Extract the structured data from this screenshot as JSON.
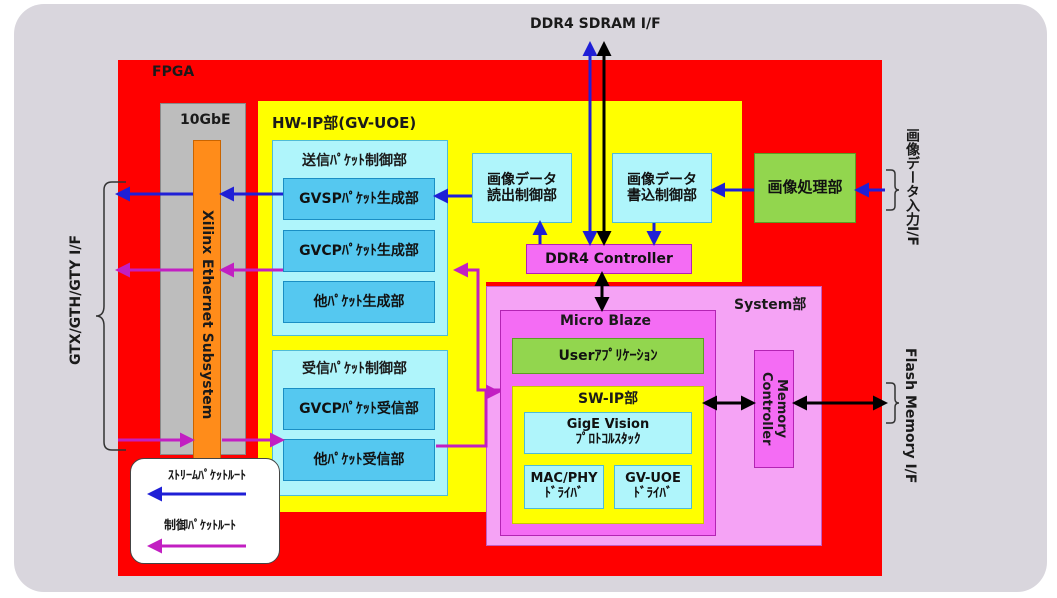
{
  "labels": {
    "ddr4_if": "DDR4 SDRAM I/F",
    "fpga": "FPGA",
    "tengbe": "10GbE",
    "xilinx": "Xilinx Ethernet Subsystem",
    "hwip": "HW-IP部(GV-UOE)",
    "tx_ctrl": "送信ﾊﾟｹｯﾄ制御部",
    "gvsp_gen": "GVSPﾊﾟｹｯﾄ生成部",
    "gvcp_gen": "GVCPﾊﾟｹｯﾄ生成部",
    "other_gen": "他ﾊﾟｹｯﾄ生成部",
    "rx_ctrl": "受信ﾊﾟｹｯﾄ制御部",
    "gvcp_rx": "GVCPﾊﾟｹｯﾄ受信部",
    "other_rx": "他ﾊﾟｹｯﾄ受信部",
    "img_read": "画像データ\n読出制御部",
    "img_write": "画像データ\n書込制御部",
    "img_proc": "画像処理部",
    "ddr4_ctrl": "DDR4 Controller",
    "system": "System部",
    "microblaze": "Micro Blaze",
    "user_app": "Userｱﾌﾟﾘｹｰｼｮﾝ",
    "swip": "SW-IP部",
    "gige": "GigE Vision\nﾌﾟﾛﾄｺﾙｽﾀｯｸ",
    "macphy": "MAC/PHY\nﾄﾞﾗｲﾊﾞ",
    "gvuoe": "GV-UOE\nﾄﾞﾗｲﾊﾞ",
    "memctrl": "Memory\nController",
    "gt_if": "GTX/GTH/GTY I/F",
    "img_in_if": "画像データ入力I/F",
    "flash_if": "Flash Memory I/F",
    "legend_stream": "ｽﾄﾘｰﾑﾊﾟｹｯﾄﾙｰﾄ",
    "legend_ctrl": "制御ﾊﾟｹｯﾄﾙｰﾄ"
  },
  "colors": {
    "stream_arrow": "#1f1fd6",
    "control_arrow": "#c21fc2"
  }
}
